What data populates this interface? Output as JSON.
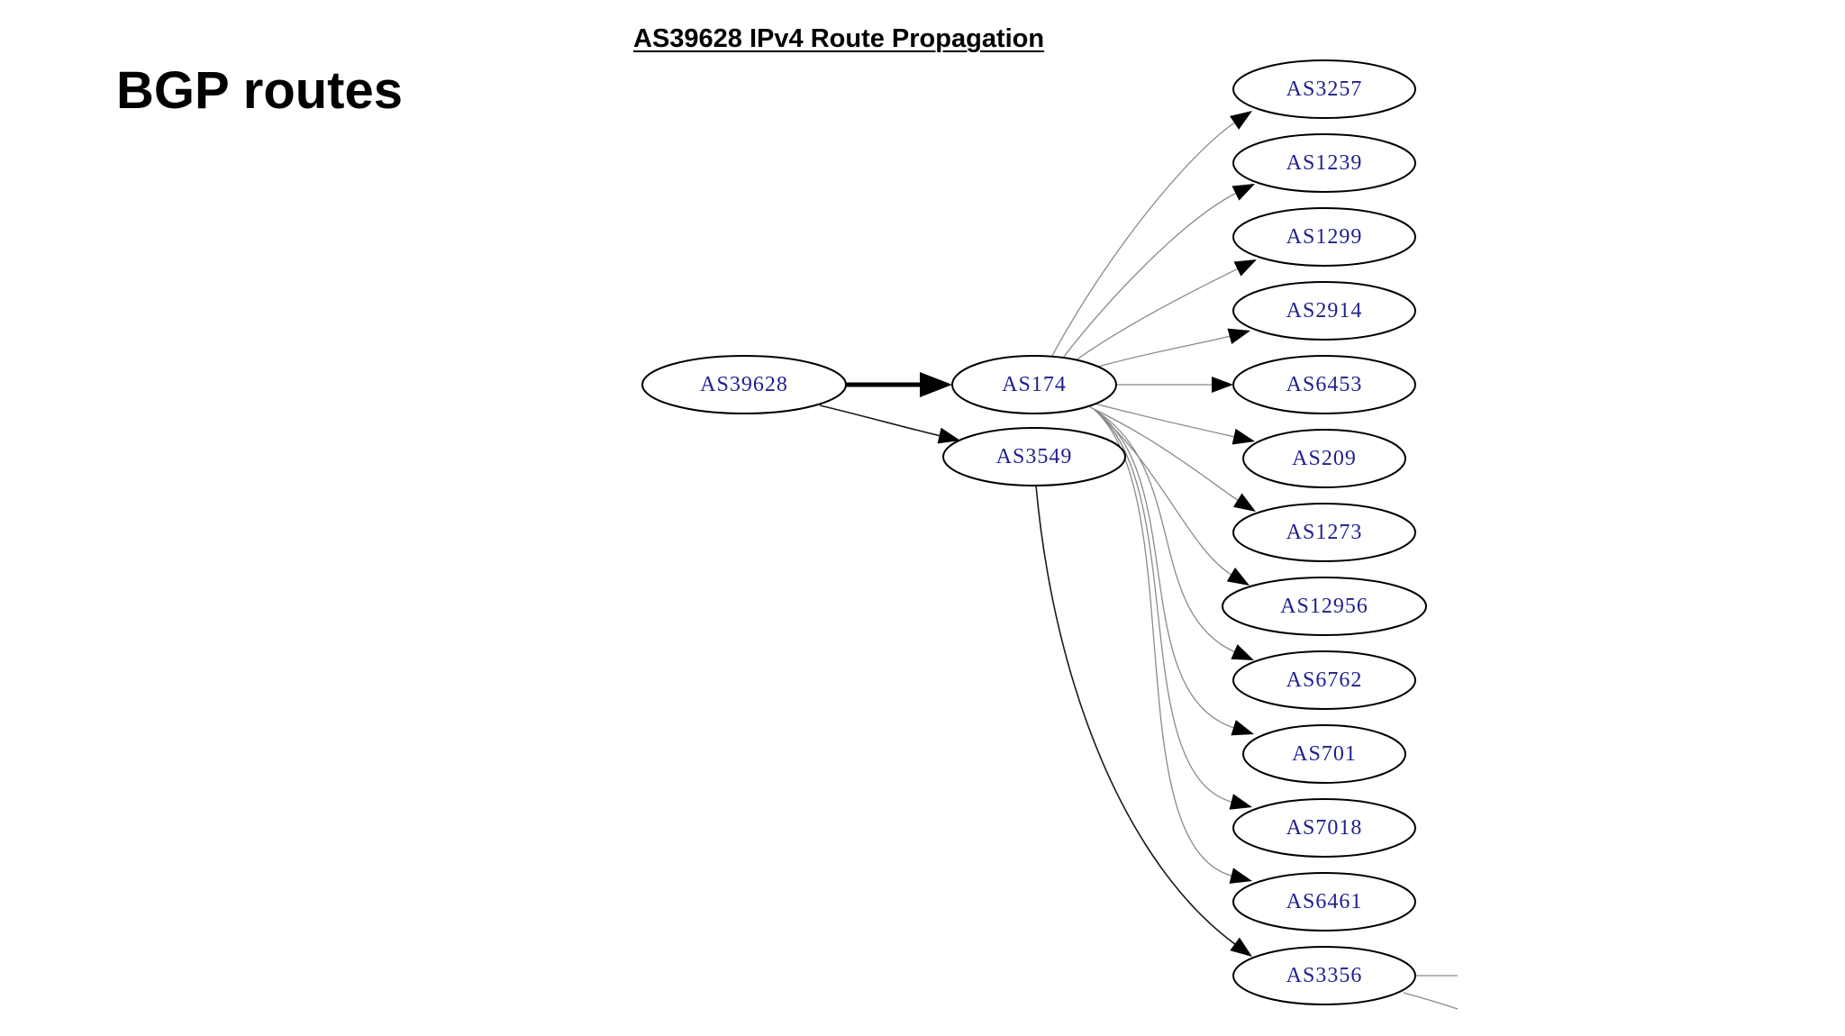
{
  "slide": {
    "title": "BGP routes"
  },
  "diagram": {
    "title": "AS39628 IPv4 Route Propagation",
    "nodes": [
      {
        "id": "AS39628",
        "label": "AS39628"
      },
      {
        "id": "AS174",
        "label": "AS174"
      },
      {
        "id": "AS3549",
        "label": "AS3549"
      },
      {
        "id": "AS3257",
        "label": "AS3257"
      },
      {
        "id": "AS1239",
        "label": "AS1239"
      },
      {
        "id": "AS1299",
        "label": "AS1299"
      },
      {
        "id": "AS2914",
        "label": "AS2914"
      },
      {
        "id": "AS6453",
        "label": "AS6453"
      },
      {
        "id": "AS209",
        "label": "AS209"
      },
      {
        "id": "AS1273",
        "label": "AS1273"
      },
      {
        "id": "AS12956",
        "label": "AS12956"
      },
      {
        "id": "AS6762",
        "label": "AS6762"
      },
      {
        "id": "AS701",
        "label": "AS701"
      },
      {
        "id": "AS7018",
        "label": "AS7018"
      },
      {
        "id": "AS6461",
        "label": "AS6461"
      },
      {
        "id": "AS3356",
        "label": "AS3356"
      }
    ],
    "edges": [
      {
        "from": "AS39628",
        "to": "AS174",
        "weight": "heavy"
      },
      {
        "from": "AS39628",
        "to": "AS3549",
        "weight": "normal"
      },
      {
        "from": "AS174",
        "to": "AS3257",
        "weight": "light"
      },
      {
        "from": "AS174",
        "to": "AS1239",
        "weight": "light"
      },
      {
        "from": "AS174",
        "to": "AS1299",
        "weight": "light"
      },
      {
        "from": "AS174",
        "to": "AS2914",
        "weight": "light"
      },
      {
        "from": "AS174",
        "to": "AS6453",
        "weight": "light"
      },
      {
        "from": "AS174",
        "to": "AS209",
        "weight": "light"
      },
      {
        "from": "AS174",
        "to": "AS1273",
        "weight": "light"
      },
      {
        "from": "AS174",
        "to": "AS12956",
        "weight": "light"
      },
      {
        "from": "AS174",
        "to": "AS6762",
        "weight": "light"
      },
      {
        "from": "AS174",
        "to": "AS701",
        "weight": "light"
      },
      {
        "from": "AS174",
        "to": "AS7018",
        "weight": "light"
      },
      {
        "from": "AS174",
        "to": "AS6461",
        "weight": "light"
      },
      {
        "from": "AS3549",
        "to": "AS3356",
        "weight": "normal"
      }
    ],
    "colors": {
      "node_label": "#1f1f8f",
      "node_stroke": "#000000",
      "edge_light": "#8a8a8a",
      "edge_dark": "#1a1a1a"
    }
  }
}
